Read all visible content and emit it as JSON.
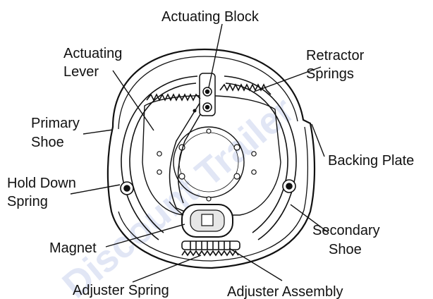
{
  "labels": {
    "actuating_block": "Actuating Block",
    "actuating_lever_1": "Actuating",
    "actuating_lever_2": "Lever",
    "retractor_springs_1": "Retractor",
    "retractor_springs_2": "Springs",
    "primary_shoe_1": "Primary",
    "primary_shoe_2": "Shoe",
    "backing_plate": "Backing Plate",
    "hold_down_spring_1": "Hold Down",
    "hold_down_spring_2": "Spring",
    "secondary_shoe_1": "Secondary",
    "secondary_shoe_2": "Shoe",
    "magnet": "Magnet",
    "adjuster_spring": "Adjuster Spring",
    "adjuster_assembly": "Adjuster Assembly"
  },
  "watermark": "Discount Trailer Equipment",
  "colors": {
    "ink": "#111111",
    "watermark": "#c9d3ee",
    "paper": "#ffffff"
  }
}
